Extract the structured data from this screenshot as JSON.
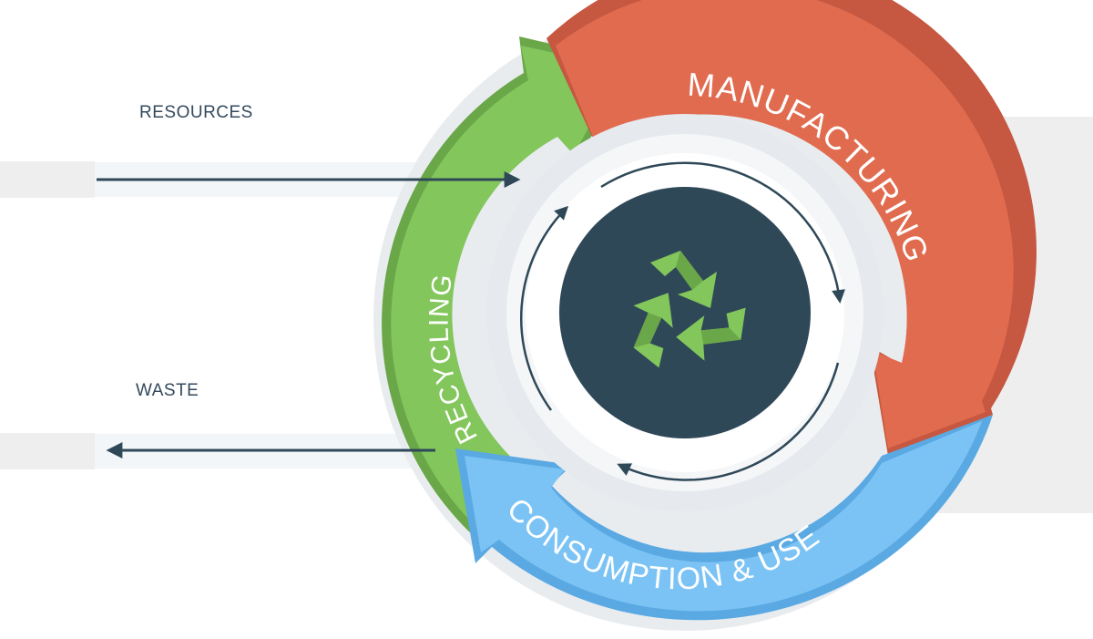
{
  "labels": {
    "resources": "RESOURCES",
    "waste": "WASTE"
  },
  "stages": {
    "manufacturing": "MANUFACTURING",
    "consumption": "CONSUMPTION & USE",
    "recycling": "RECYCLING"
  },
  "colors": {
    "manufacturing": "#e06b4f",
    "manufacturing_shade": "#c65740",
    "consumption": "#7cc3f5",
    "consumption_shade": "#5aa9e3",
    "recycling": "#82c65c",
    "recycling_shade": "#6aa748",
    "center": "#2f4858",
    "ring": "#e6e9ee",
    "arrow": "#2f4858",
    "band": "#eeeeee"
  },
  "center_icon": "recycle-icon"
}
